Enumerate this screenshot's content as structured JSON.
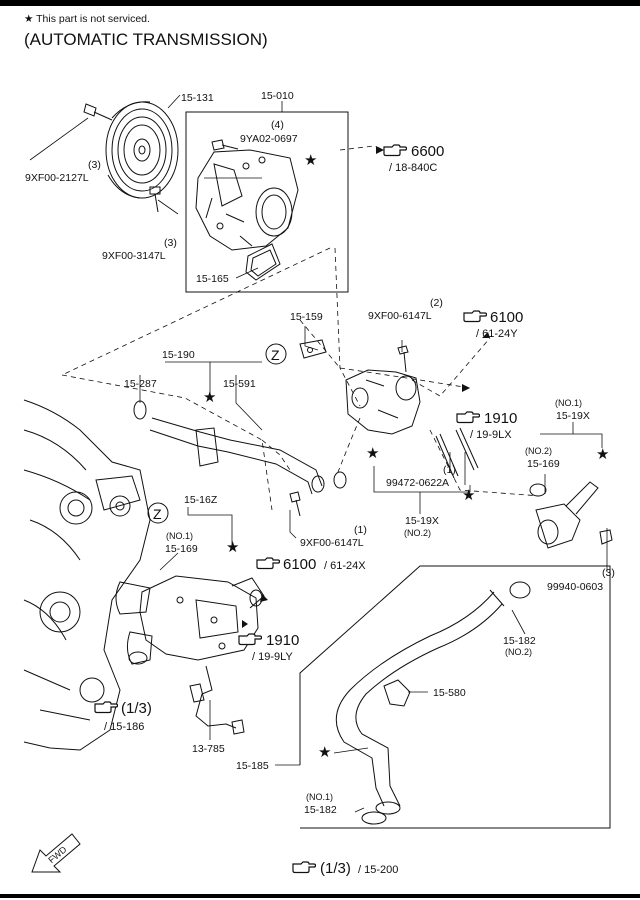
{
  "header": {
    "note": "★ This part is not serviced.",
    "subtitle": "(AUTOMATIC TRANSMISSION)"
  },
  "parts": {
    "p15_131": "15-131",
    "p15_010": "15-010",
    "p9ya02_qty": "(4)",
    "p9ya02": "9YA02-0697",
    "p9xf00_2127_qty": "(3)",
    "p9xf00_2127": "9XF00-2127L",
    "p9xf00_3147_qty": "(3)",
    "p9xf00_3147": "9XF00-3147L",
    "p15_165": "15-165",
    "p15_159": "15-159",
    "p9xf00_6147_top_qty": "(2)",
    "p9xf00_6147_top": "9XF00-6147L",
    "p15_190": "15-190",
    "p15_287": "15-287",
    "p15_591": "15-591",
    "p99472_qty": "(1)",
    "p99472": "99472-0622A",
    "p15_19x_no2": "15-19X",
    "p15_19x_no2_sub": "(NO.2)",
    "p9xf00_6147_bot_qty": "(1)",
    "p9xf00_6147_bot": "9XF00-6147L",
    "p15_19x_no1_sub": "(NO.1)",
    "p15_19x_no1": "15-19X",
    "p15_169_no2_sub": "(NO.2)",
    "p15_169_no2": "15-169",
    "p99940_qty": "(3)",
    "p99940": "99940-0603",
    "p15_16z": "15-16Z",
    "p15_169_no1_sub": "(NO.1)",
    "p15_169_no1": "15-169",
    "p15_182_no2": "15-182",
    "p15_182_no2_sub": "(NO.2)",
    "p15_580": "15-580",
    "p15_185": "15-185",
    "p15_182_no1_sub": "(NO.1)",
    "p15_182_no1": "15-182",
    "p13_785": "13-785"
  },
  "refs": {
    "r6600_num": "6600",
    "r6600_sub": "/ 18-840C",
    "r6100_top_num": "6100",
    "r6100_top_sub": "/ 61-24Y",
    "r1910_top_num": "1910",
    "r1910_top_sub": "/ 19-9LX",
    "r6100_mid_num": "6100",
    "r6100_mid_sub": "/ 61-24X",
    "r1910_mid_num": "1910",
    "r1910_mid_sub": "/ 19-9LY",
    "r186_num": "(1/3)",
    "r186_sub": "/ 15-186",
    "r200_num": "(1/3)",
    "r200_sub": "/ 15-200"
  },
  "markers": {
    "z": "Z",
    "star": "★",
    "fwd": "FWD"
  },
  "icons": {
    "ref": "pointing-hand-icon"
  }
}
